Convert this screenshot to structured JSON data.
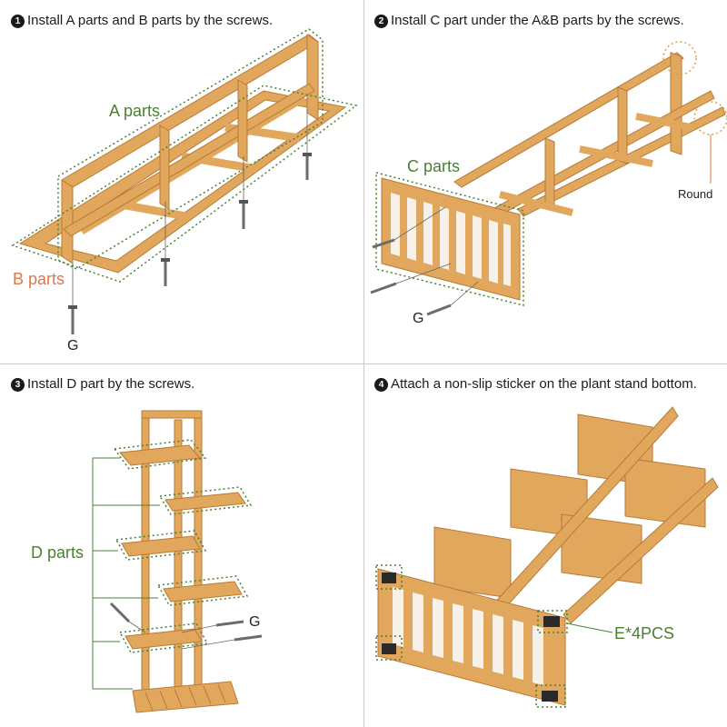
{
  "steps": [
    {
      "num": "1",
      "text": "Install A parts and B parts by the screws."
    },
    {
      "num": "2",
      "text": "Install C part under the A&B parts by the screws."
    },
    {
      "num": "3",
      "text": "Install D part by the screws."
    },
    {
      "num": "4",
      "text": "Attach a non-slip sticker on the plant stand bottom."
    }
  ],
  "labels": {
    "a_parts": "A parts",
    "b_parts": "B parts",
    "c_parts": "C parts",
    "d_parts": "D parts",
    "screw_g": "G",
    "round": "Round",
    "sticker": "E*4PCS"
  },
  "colors": {
    "wood": "#e0a75d",
    "wood_dark": "#b97a35",
    "label_green": "#4a7f33",
    "label_orange": "#d9784a",
    "screw": "#6b6b6b",
    "sticker": "#2a2a2a"
  }
}
